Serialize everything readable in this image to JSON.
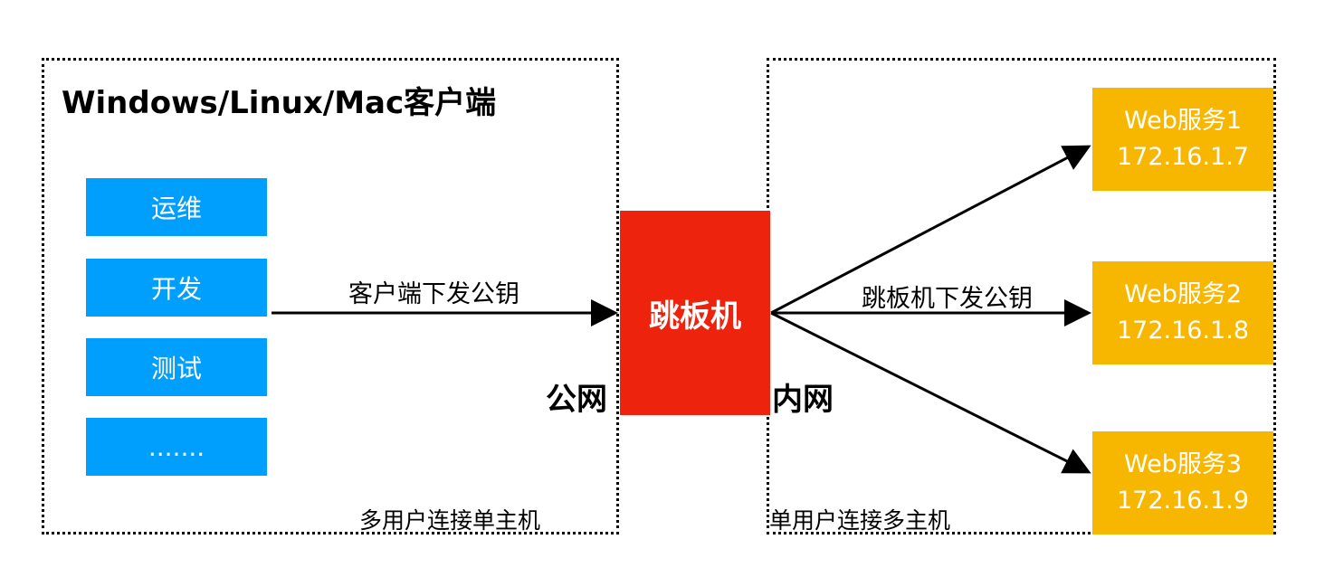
{
  "client_zone": {
    "title": "Windows/Linux/Mac客户端",
    "roles": [
      "运维",
      "开发",
      "测试",
      "......."
    ],
    "caption": "多用户连接单主机"
  },
  "jump_host": {
    "label": "跳板机"
  },
  "edges": {
    "client_to_jump": "客户端下发公钥",
    "jump_to_servers": "跳板机下发公钥"
  },
  "network": {
    "public": "公网",
    "internal": "内网"
  },
  "servers": [
    {
      "name": "Web服务1",
      "ip": "172.16.1.7"
    },
    {
      "name": "Web服务2",
      "ip": "172.16.1.8"
    },
    {
      "name": "Web服务3",
      "ip": "172.16.1.9"
    }
  ],
  "server_zone": {
    "caption": "单用户连接多主机"
  },
  "colors": {
    "role_box": "#009efd",
    "jump_host": "#ed230d",
    "server_box": "#f7b700"
  }
}
